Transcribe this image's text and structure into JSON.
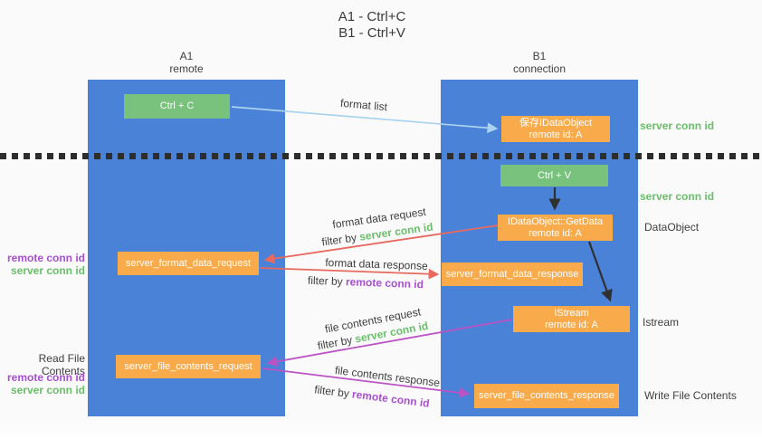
{
  "title": {
    "line1": "A1 - Ctrl+C",
    "line2": "B1 - Ctrl+V"
  },
  "lanes": {
    "left": {
      "name": "A1",
      "role": "remote"
    },
    "right": {
      "name": "B1",
      "role": "connection"
    }
  },
  "nodes": {
    "ctrl_c": {
      "label": "Ctrl + C"
    },
    "save_idataobject": {
      "line1": "保存IDataObject",
      "line2": "remote id: A"
    },
    "ctrl_v": {
      "label": "Ctrl + V"
    },
    "getdata": {
      "line1": "IDataObject::GetData",
      "line2": "remote id: A"
    },
    "format_request": {
      "label": "server_format_data_request"
    },
    "format_response": {
      "label": "server_format_data_response"
    },
    "istream": {
      "line1": "IStream",
      "line2": "remote id: A"
    },
    "file_request": {
      "label": "server_file_contents_request"
    },
    "file_response": {
      "label": "server_file_contents_response"
    }
  },
  "edges": {
    "format_list": {
      "label": "format list"
    },
    "format_data_request": {
      "label": "format data request",
      "filter_prefix": "filter by ",
      "filter_key": "server conn id"
    },
    "format_data_response": {
      "label": "format data response",
      "filter_prefix": "filter by ",
      "filter_key": "remote conn id"
    },
    "file_contents_request": {
      "label": "file contents request",
      "filter_prefix": "filter by ",
      "filter_key": "server conn id"
    },
    "file_contents_response": {
      "label": "file contents response",
      "filter_prefix": "filter by ",
      "filter_key": "remote conn id"
    }
  },
  "annotations": {
    "right": {
      "server_conn_top": "server conn id",
      "server_conn_mid": "server conn id",
      "dataobject": "DataObject",
      "istream": "Istream",
      "write_file": "Write File Contents"
    },
    "left": {
      "remote_conn_1": "remote conn id",
      "server_conn_1": "server conn id",
      "read_file": "Read File Contents",
      "remote_conn_2": "remote conn id",
      "server_conn_2": "server conn id"
    }
  },
  "colors": {
    "lane_blue": "#4a82d8",
    "action_green": "#79c27d",
    "message_orange": "#f9ab4b",
    "server_conn_green": "#6abf69",
    "remote_conn_purple": "#a94fd1",
    "request_red": "#e8695f",
    "contents_purple": "#bb53c5",
    "format_list_blue": "#a9d3ee",
    "arrow_black": "#303030",
    "text": "#3f3f3f"
  }
}
